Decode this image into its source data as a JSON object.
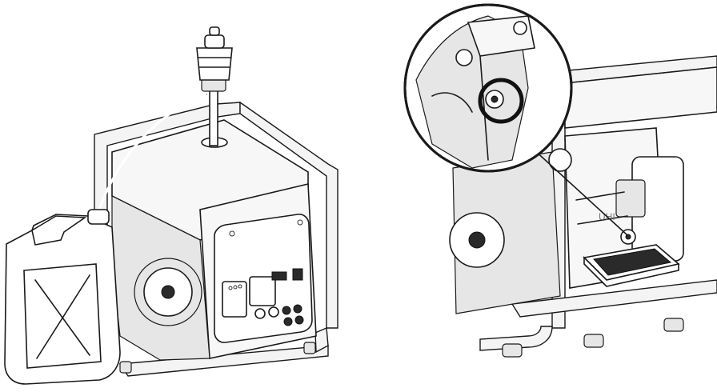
{
  "figure": {
    "left_panel": {
      "subject": "generator-refuel-siphon"
    },
    "right_panel": {
      "subject": "generator-drain-oil",
      "callout": "magnified-drain-bolt"
    }
  }
}
